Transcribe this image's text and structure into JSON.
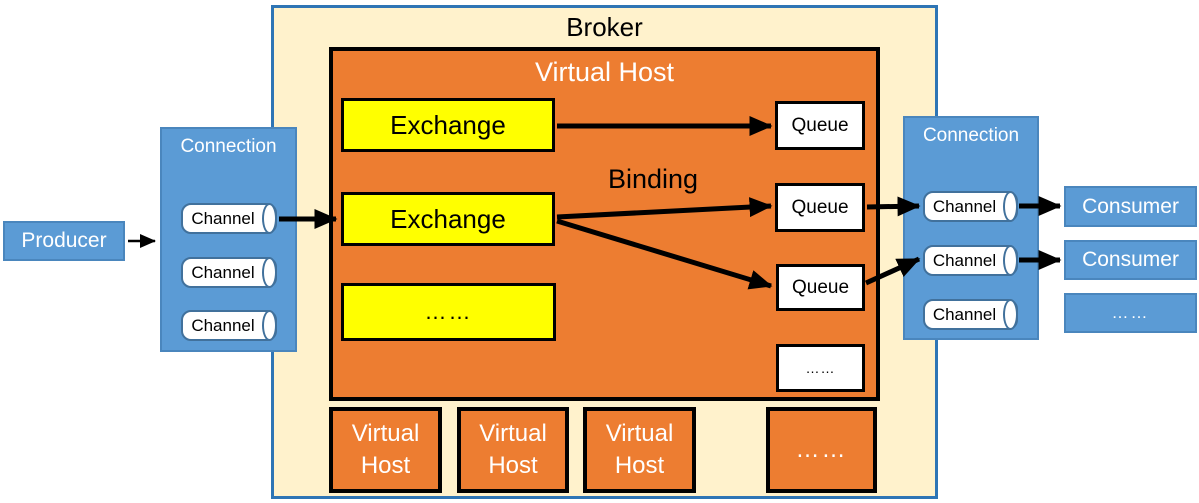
{
  "broker": {
    "title": "Broker",
    "virtual_host": {
      "title": "Virtual Host",
      "binding_label": "Binding",
      "exchanges": [
        {
          "label": "Exchange"
        },
        {
          "label": "Exchange"
        },
        {
          "label": "……"
        }
      ],
      "queues": [
        {
          "label": "Queue"
        },
        {
          "label": "Queue"
        },
        {
          "label": "Queue"
        },
        {
          "label": "……"
        }
      ]
    },
    "virtual_host_row": [
      {
        "label": "Virtual Host"
      },
      {
        "label": "Virtual Host"
      },
      {
        "label": "Virtual Host"
      },
      {
        "label": "……"
      }
    ]
  },
  "producer": {
    "label": "Producer"
  },
  "connection_left": {
    "title": "Connection",
    "channels": [
      {
        "label": "Channel"
      },
      {
        "label": "Channel"
      },
      {
        "label": "Channel"
      }
    ]
  },
  "connection_right": {
    "title": "Connection",
    "channels": [
      {
        "label": "Channel"
      },
      {
        "label": "Channel"
      },
      {
        "label": "Channel"
      }
    ]
  },
  "consumers": [
    {
      "label": "Consumer"
    },
    {
      "label": "Consumer"
    },
    {
      "label": "……"
    }
  ],
  "colors": {
    "blue_fill": "#5B9BD5",
    "blue_border": "#41719C",
    "orange_fill": "#ED7D31",
    "cream_fill": "#FFF2CC",
    "broker_border": "#2E75B5",
    "yellow_fill": "#FFFF00",
    "arrow": "#000000"
  }
}
